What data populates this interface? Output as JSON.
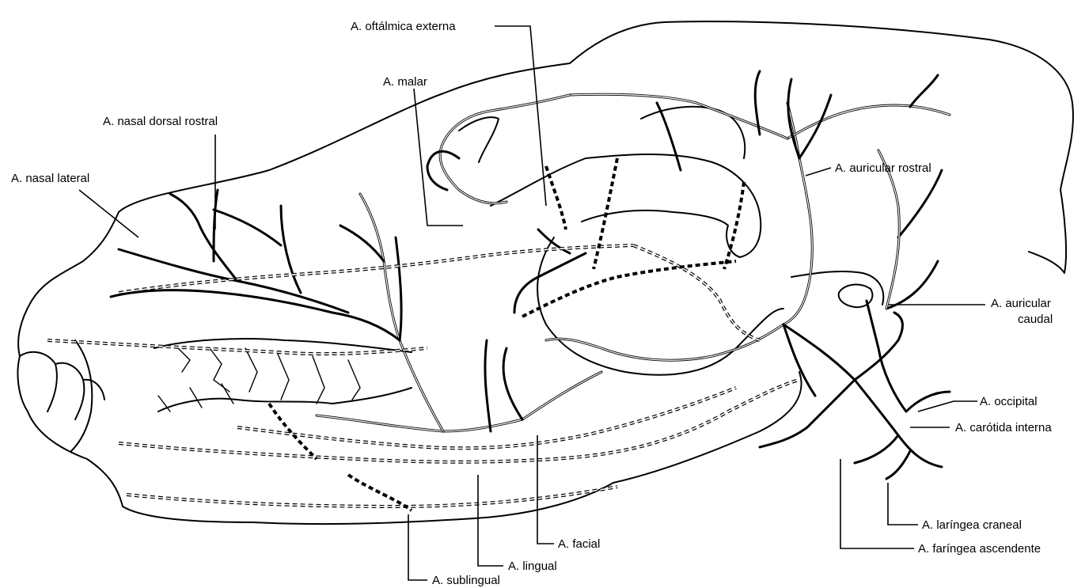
{
  "figure": {
    "labels": {
      "oftalmica_externa": "A. oftálmica externa",
      "malar": "A. malar",
      "nasal_dorsal_rostral": "A. nasal dorsal rostral",
      "nasal_lateral": "A. nasal lateral",
      "auricular_rostral": "A. auricular rostral",
      "auricular_caudal_1": "A. auricular",
      "auricular_caudal_2": "caudal",
      "occipital": "A. occipital",
      "carotida_interna": "A. carótida interna",
      "laringea_craneal": "A. laríngea craneal",
      "faringea_ascendente": "A. faríngea ascendente",
      "facial": "A. facial",
      "lingual": "A. lingual",
      "sublingual": "A. sublingual"
    }
  }
}
